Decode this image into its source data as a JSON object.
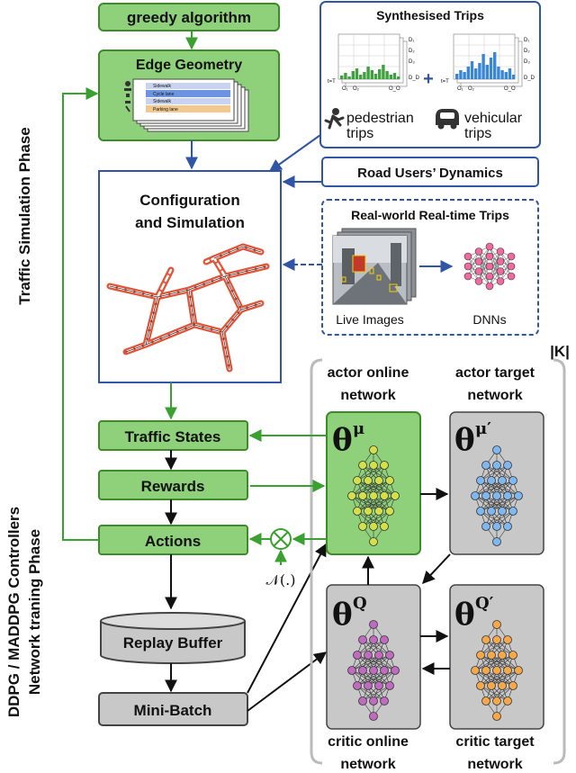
{
  "phases": {
    "traffic_simulation": "Traffic Simulation Phase",
    "network_training_line1": "DDPG / MADDPG Controllers",
    "network_training_line2": "Network traning Phase"
  },
  "boxes": {
    "greedy": "greedy algorithm",
    "edge_geometry": "Edge Geometry",
    "configuration_line1": "Configuration",
    "configuration_line2": "and Simulation",
    "traffic_states": "Traffic States",
    "rewards": "Rewards",
    "actions": "Actions",
    "replay_buffer": "Replay Buffer",
    "mini_batch": "Mini-Batch",
    "road_users": "Road Users’ Dynamics"
  },
  "synth": {
    "title": "Synthesised Trips",
    "pedestrian_line1": "pedestrian",
    "pedestrian_line2": "trips",
    "vehicular_line1": "vehicular",
    "vehicular_line2": "trips",
    "plus": "+",
    "row_labels": [
      "D₁",
      "D₂",
      "D₃",
      "D_D"
    ],
    "axis_label": "t=T",
    "col_labels": [
      "O₁",
      "O₂",
      "O_O"
    ]
  },
  "realworld": {
    "title": "Real-world Real-time Trips",
    "live_images": "Live Images",
    "dnns": "DNNs"
  },
  "edge_rows": [
    "Sidewalk",
    "Cycle lane",
    "Sidewalk",
    "Parking lane"
  ],
  "noise": "𝒩(.)",
  "k_label": "|K|",
  "networks": {
    "actor_online_line1": "actor online",
    "actor_online_line2": "network",
    "actor_target_line1": "actor target",
    "actor_target_line2": "network",
    "critic_online_line1": "critic online",
    "critic_online_line2": "network",
    "critic_target_line1": "critic target",
    "critic_target_line2": "network",
    "theta": "θ",
    "mu": "μ",
    "mu_prime": "μ′",
    "q": "Q",
    "q_prime": "Q′"
  },
  "colors": {
    "green_fill": "#8fd17a",
    "green_stroke": "#3f8a2a",
    "blue": "#2f55a4",
    "gray_fill": "#c8c8c8",
    "actor_online_node": "#d4e04a",
    "actor_target_node": "#7fb8f0",
    "critic_online_node": "#c06ac0",
    "critic_target_node": "#f5a84a",
    "dnn_node": "#f06aa0",
    "road": "#e0553a",
    "arrow_green": "#3aa030"
  }
}
